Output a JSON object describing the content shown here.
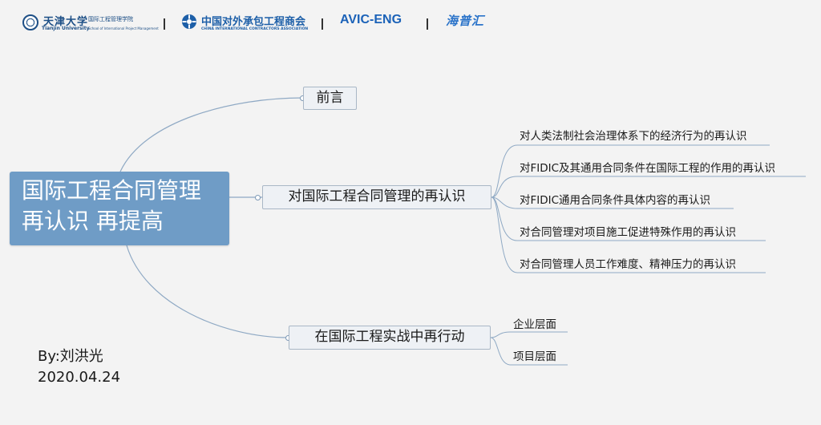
{
  "header": {
    "tju": {
      "name_cn": "天津大学",
      "name_en": "Tianjin University",
      "school_cn": "国际工程管理学院",
      "school_en": "School of International Project Management"
    },
    "chinca": {
      "name_cn": "中国对外承包工程商会",
      "name_en": "CHINA INTERNATIONAL CONTRACTORS ASSOCIATION"
    },
    "avic": "AVIC-ENG",
    "hpw": "海普汇",
    "separator": "|"
  },
  "mindmap": {
    "root": {
      "line1": "国际工程合同管理",
      "line2": "再认识 再提高"
    },
    "branches": [
      {
        "label": "前言",
        "children": []
      },
      {
        "label": "对国际工程合同管理的再认识",
        "children": [
          "对人类法制社会治理体系下的经济行为的再认识",
          "对FIDIC及其通用合同条件在国际工程的作用的再认识",
          "对FIDIC通用合同条件具体内容的再认识",
          "对合同管理对项目施工促进特殊作用的再认识",
          "对合同管理人员工作难度、精神压力的再认识"
        ]
      },
      {
        "label": "在国际工程实战中再行动",
        "children": [
          "企业层面",
          "项目层面"
        ]
      }
    ]
  },
  "author": {
    "name": "By:刘洪光",
    "date": "2020.04.24"
  },
  "colors": {
    "root_fill": "#6f9cc6",
    "line": "#8fa9c4",
    "branch_border": "#a9b7c6",
    "background": "#f3f3f3"
  }
}
